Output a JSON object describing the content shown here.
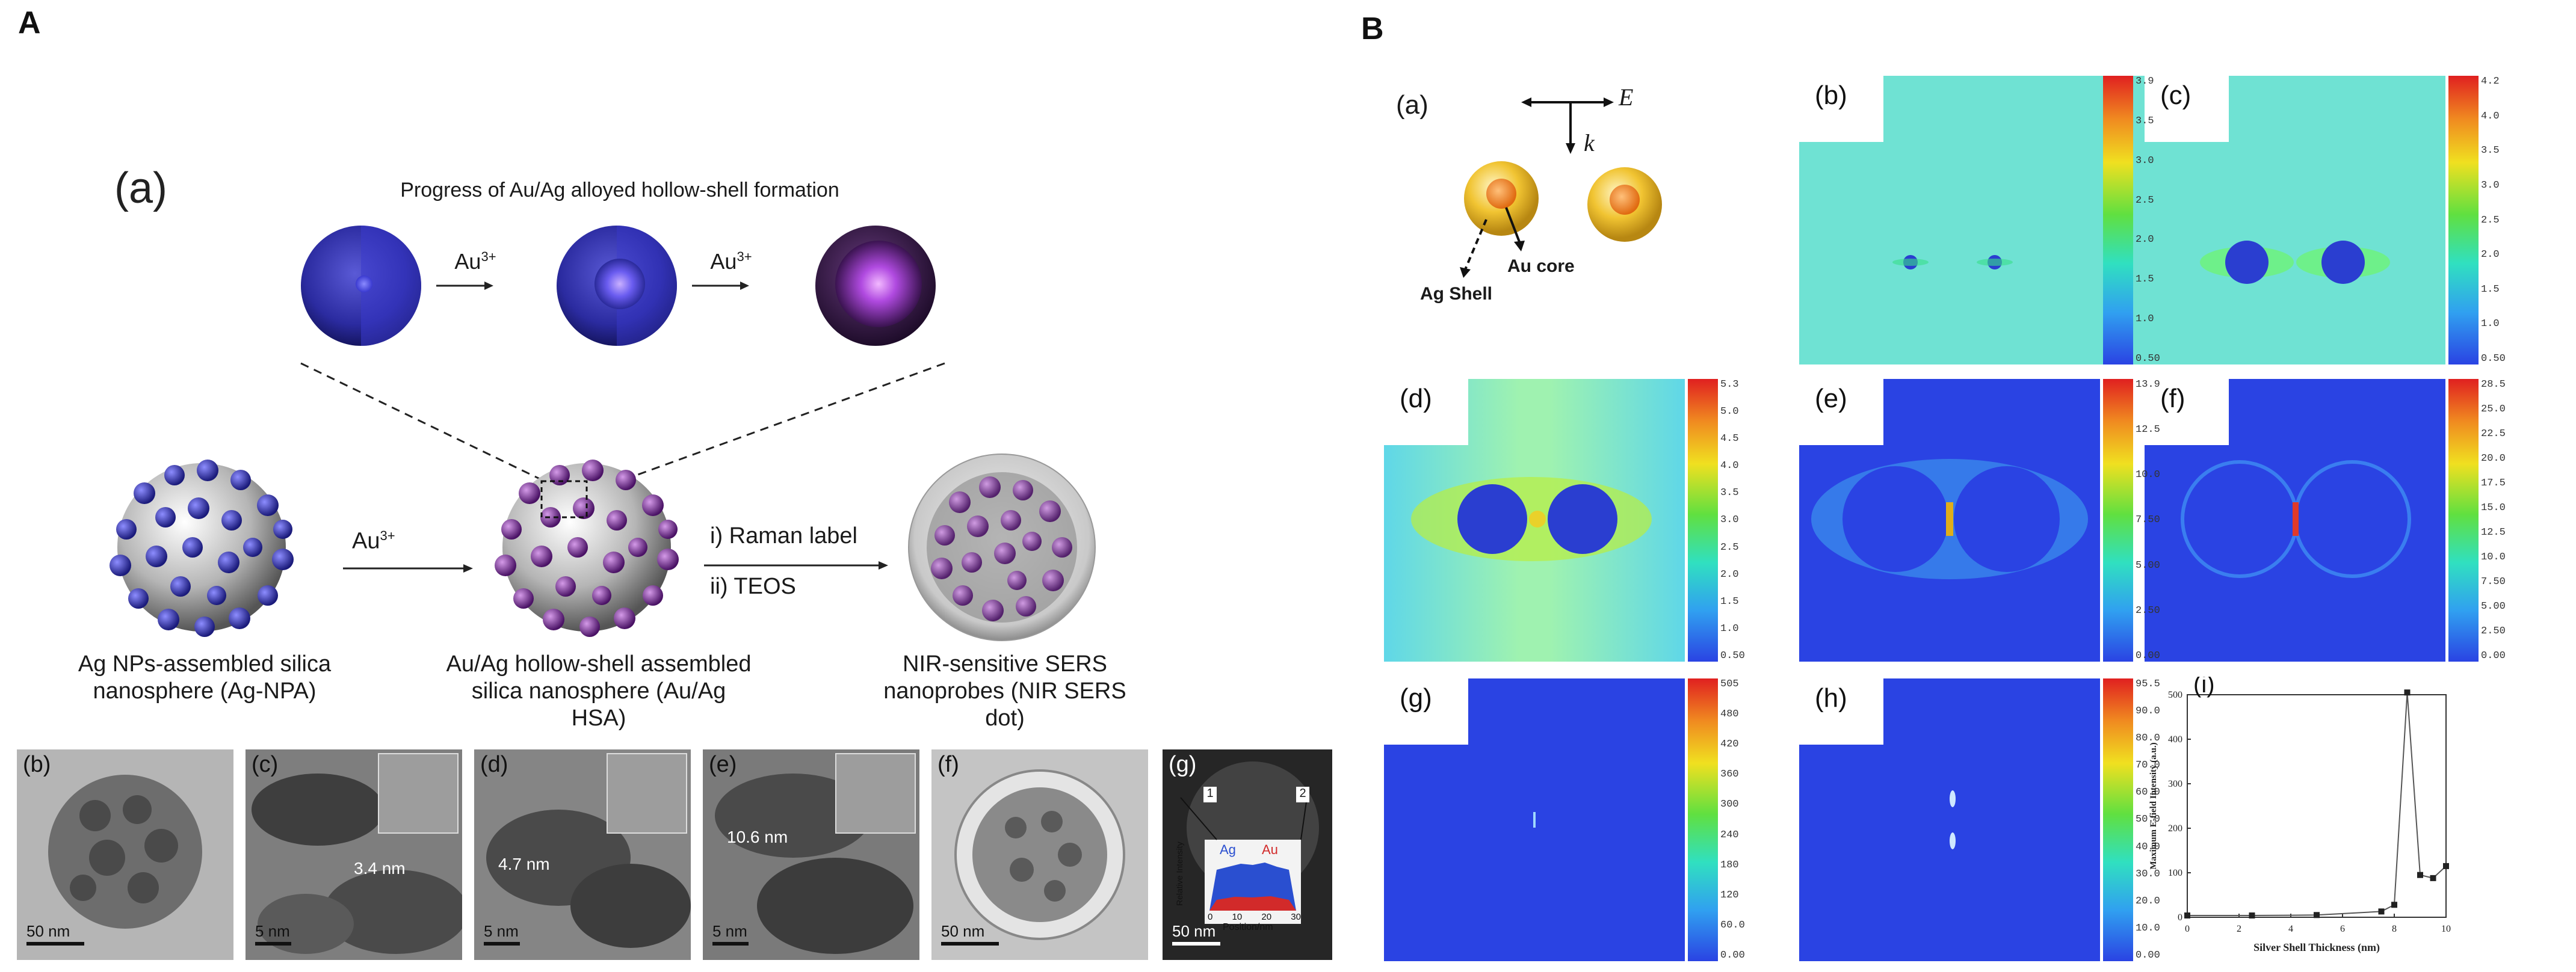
{
  "panelA": {
    "letter": "A",
    "sub_a": "(a)",
    "progress_title": "Progress of Au/Ag alloyed hollow-shell formation",
    "ion": "Au",
    "ion_sup": "3+",
    "step_raman": "i) Raman label",
    "step_teos": "ii) TEOS",
    "nanosphere1": [
      "Ag NPs-assembled silica",
      "nanosphere (Ag-NPA)"
    ],
    "nanosphere2": [
      "Au/Ag hollow-shell assembled",
      "silica nanosphere (Au/Ag HSA)"
    ],
    "nanosphere3": [
      "NIR-sensitive SERS",
      "nanoprobes (NIR SERS dot)"
    ],
    "tem": [
      {
        "label": "(b)",
        "scale": "50 nm"
      },
      {
        "label": "(c)",
        "scale": "5 nm",
        "measure": "3.4 nm"
      },
      {
        "label": "(d)",
        "scale": "5 nm",
        "measure": "4.7 nm"
      },
      {
        "label": "(e)",
        "scale": "5 nm",
        "measure": "10.6 nm"
      },
      {
        "label": "(f)",
        "scale": "50 nm"
      },
      {
        "label": "(g)",
        "scale": "50 nm",
        "marker1": "1",
        "marker2": "2",
        "ag": "Ag",
        "au": "Au",
        "xlabel": "Position/nm",
        "ylabel": "Relative Intensity",
        "ticks": [
          "0",
          "10",
          "20",
          "30"
        ]
      }
    ]
  },
  "panelB": {
    "letter": "B",
    "sub_a": "(a)",
    "field_E": "E",
    "field_k": "k",
    "ag_shell": "Ag Shell",
    "au_core": "Au core",
    "maps": [
      {
        "label": "(b)",
        "ticks": [
          "3.9",
          "3.5",
          "3.0",
          "2.5",
          "2.0",
          "1.5",
          "1.0",
          "0.50"
        ]
      },
      {
        "label": "(c)",
        "ticks": [
          "4.2",
          "4.0",
          "3.5",
          "3.0",
          "2.5",
          "2.0",
          "1.5",
          "1.0",
          "0.50"
        ]
      },
      {
        "label": "(d)",
        "ticks": [
          "5.3",
          "5.0",
          "4.5",
          "4.0",
          "3.5",
          "3.0",
          "2.5",
          "2.0",
          "1.5",
          "1.0",
          "0.50"
        ]
      },
      {
        "label": "(e)",
        "ticks": [
          "13.9",
          "12.5",
          "10.0",
          "7.50",
          "5.00",
          "2.50",
          "0.00"
        ]
      },
      {
        "label": "(f)",
        "ticks": [
          "28.5",
          "25.0",
          "22.5",
          "20.0",
          "17.5",
          "15.0",
          "12.5",
          "10.0",
          "7.50",
          "5.00",
          "2.50",
          "0.00"
        ]
      },
      {
        "label": "(g)",
        "ticks": [
          "505",
          "480",
          "420",
          "360",
          "300",
          "240",
          "180",
          "120",
          "60.0",
          "0.00"
        ]
      },
      {
        "label": "(h)",
        "ticks": [
          "95.5",
          "90.0",
          "80.0",
          "70.0",
          "60.0",
          "50.0",
          "40.0",
          "30.0",
          "20.0",
          "10.0",
          "0.00"
        ]
      }
    ]
  },
  "chart_data": {
    "type": "line",
    "panel_label": "(i)",
    "xlabel": "Silver Shell Thickness (nm)",
    "ylabel": "Maximum E-field Intensity (a.u.)",
    "xlim": [
      0,
      10
    ],
    "ylim": [
      0,
      500
    ],
    "xticks": [
      "0",
      "2",
      "4",
      "6",
      "8",
      "10"
    ],
    "yticks": [
      "0",
      "100",
      "200",
      "300",
      "400",
      "500"
    ],
    "x": [
      0,
      2.5,
      5,
      7.5,
      8,
      8.5,
      9,
      9.5,
      10
    ],
    "y": [
      4,
      4,
      5,
      13,
      28,
      505,
      95,
      88,
      115
    ]
  }
}
